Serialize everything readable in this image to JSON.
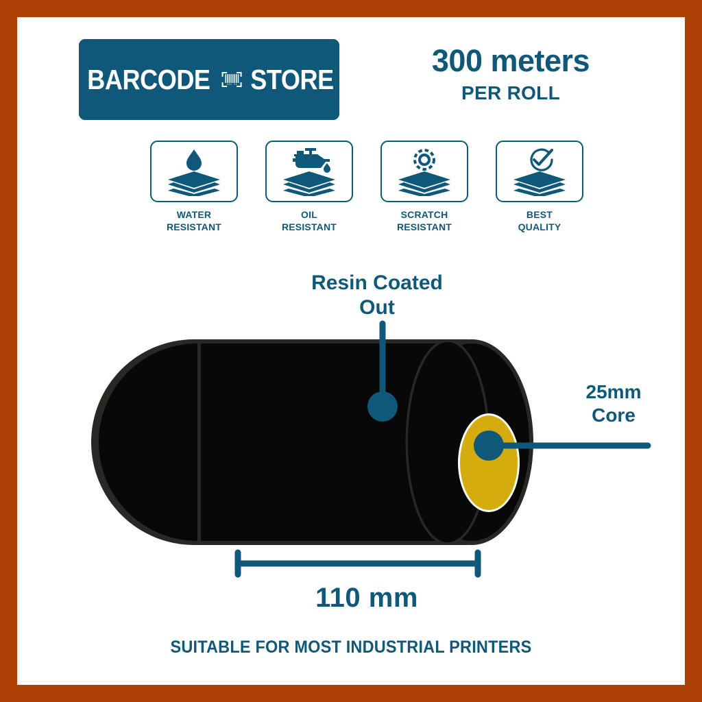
{
  "theme": {
    "border_color": "#AE4005",
    "background_color": "#FFFFFF",
    "accent_color": "#10587A",
    "core_color": "#D4AC0D",
    "roll_color": "#0A0A0A",
    "roll_edge_color": "#2B2724"
  },
  "logo": {
    "word_left": "BARCODE",
    "word_right": "STORE",
    "icon": "barcode-scanner-icon"
  },
  "headline": {
    "main": "300 meters",
    "sub": "PER ROLL"
  },
  "badges": [
    {
      "icon": "water-drop-layers-icon",
      "line1": "WATER",
      "line2": "RESISTANT"
    },
    {
      "icon": "oil-can-layers-icon",
      "line1": "OIL",
      "line2": "RESISTANT"
    },
    {
      "icon": "gear-layers-icon",
      "line1": "SCRATCH",
      "line2": "RESISTANT"
    },
    {
      "icon": "check-circle-layers-icon",
      "line1": "BEST",
      "line2": "QUALITY"
    }
  ],
  "callouts": {
    "resin_line1": "Resin Coated",
    "resin_line2": "Out",
    "core_line1": "25mm",
    "core_line2": "Core"
  },
  "dimension": {
    "width_label": "110 mm"
  },
  "footer": {
    "text": "SUITABLE FOR MOST INDUSTRIAL PRINTERS"
  }
}
